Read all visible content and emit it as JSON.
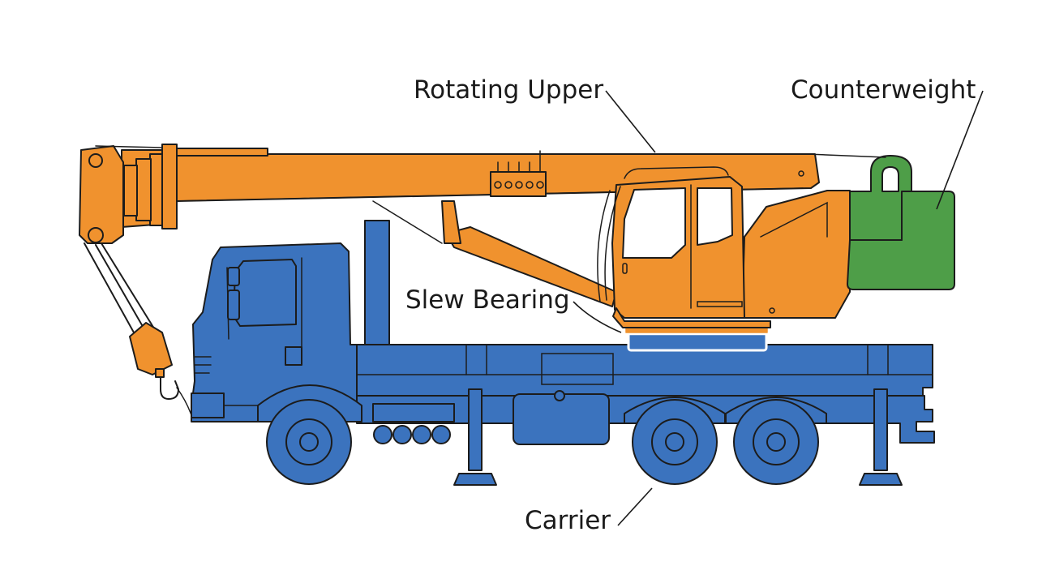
{
  "labels": {
    "rotating_upper": "Rotating Upper",
    "counterweight": "Counterweight",
    "slew_bearing": "Slew Bearing",
    "carrier": "Carrier"
  },
  "colors": {
    "upper": "#F0922E",
    "carrier": "#3B73BE",
    "counterweight": "#4E9E48",
    "outline": "#1C1C1C",
    "background": "#FFFFFF"
  }
}
